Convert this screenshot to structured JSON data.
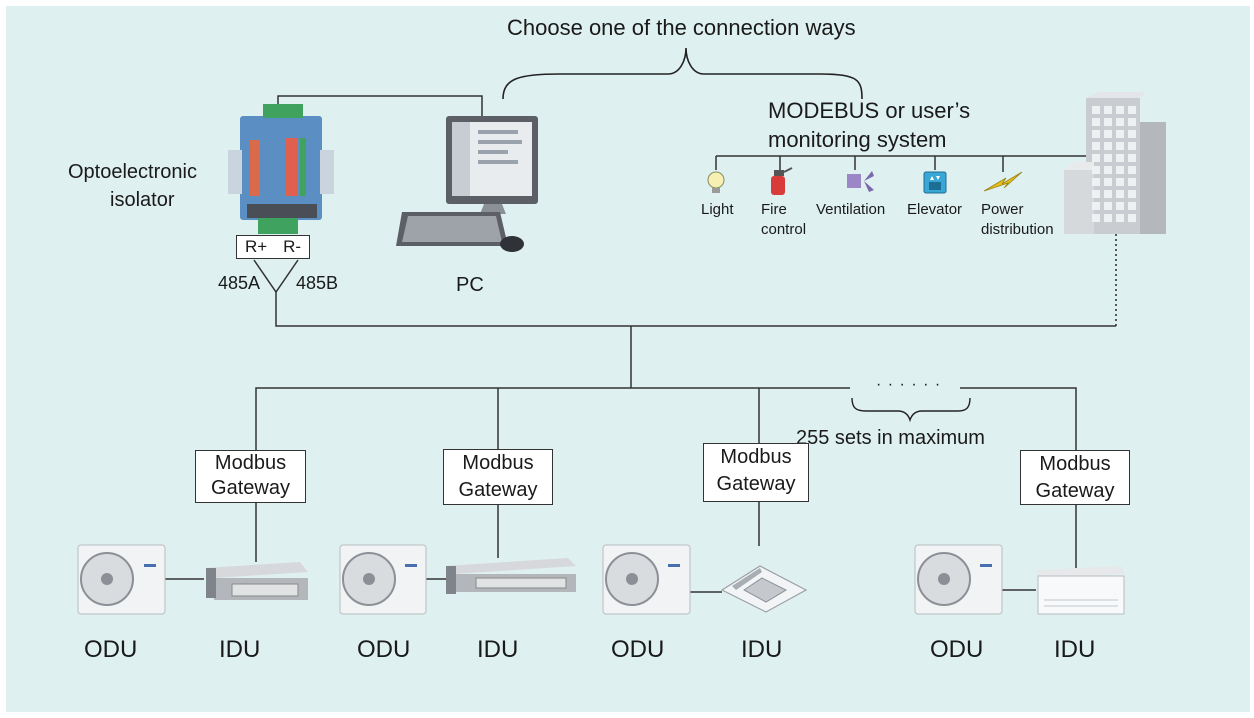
{
  "header": {
    "title": "Choose one of the connection ways"
  },
  "monitoring": {
    "label_line1": "MODEBUS or user’s",
    "label_line2": "monitoring system"
  },
  "isolator": {
    "label_line1": "Optoelectronic",
    "label_line2": "isolator",
    "r_plus": "R+",
    "r_minus": "R-",
    "a_label": "485A",
    "b_label": "485B"
  },
  "pc": {
    "label": "PC"
  },
  "subsystems": [
    {
      "label": "Light",
      "icon": "light-bulb-icon"
    },
    {
      "label_line1": "Fire",
      "label_line2": "control",
      "icon": "fire-extinguisher-icon"
    },
    {
      "label": "Ventilation",
      "icon": "fan-icon"
    },
    {
      "label": "Elevator",
      "icon": "elevator-icon"
    },
    {
      "label_line1": "Power",
      "label_line2": "distribution",
      "icon": "lightning-bolt-icon"
    }
  ],
  "bus": {
    "dots": "· · · · · ·",
    "capacity": "255 sets in maximum"
  },
  "gateways": [
    {
      "line1": "Modbus",
      "line2": "Gateway"
    },
    {
      "line1": "Modbus",
      "line2": "Gateway"
    },
    {
      "line1": "Modbus",
      "line2": "Gateway"
    },
    {
      "line1": "Modbus",
      "line2": "Gateway"
    }
  ],
  "units": [
    {
      "odu": "ODU",
      "idu": "IDU"
    },
    {
      "odu": "ODU",
      "idu": "IDU"
    },
    {
      "odu": "ODU",
      "idu": "IDU"
    },
    {
      "odu": "ODU",
      "idu": "IDU"
    }
  ],
  "colors": {
    "background": "#dff0f0",
    "wire": "#333333",
    "isolator_body": "#5b8fc4",
    "building": "#c9ccd0",
    "fire": "#d93b3b",
    "ventilation": "#9b86c8",
    "elevator": "#38a7d6",
    "power": "#e8c21c"
  }
}
